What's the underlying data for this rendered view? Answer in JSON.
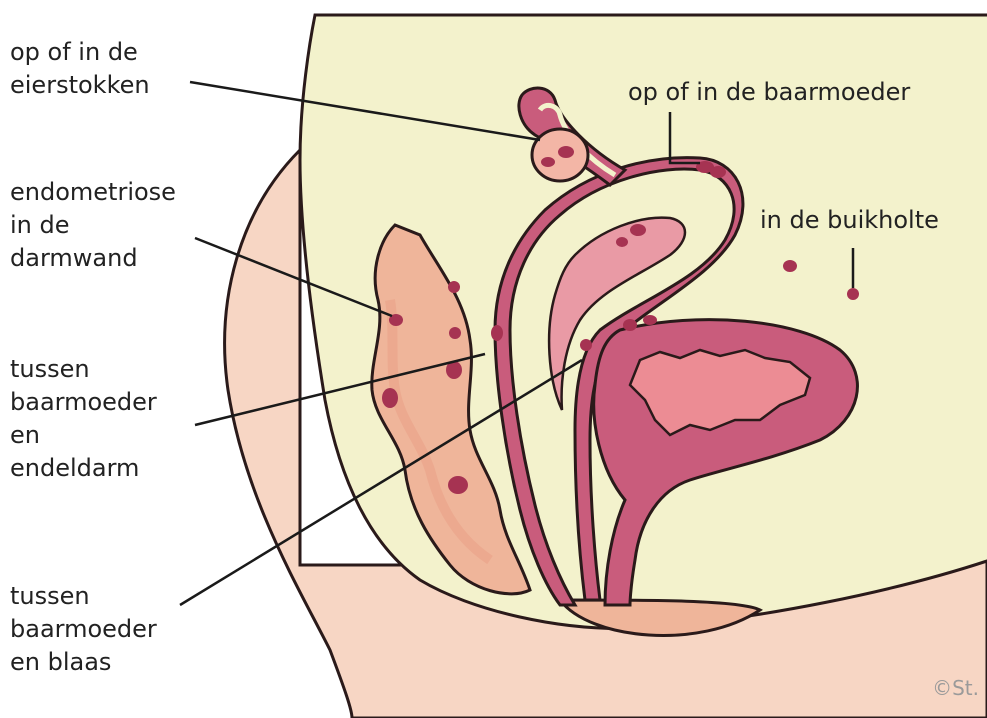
{
  "labels": {
    "ovaries": [
      "op of in de",
      "eierstokken"
    ],
    "uterus": [
      "op of in de baarmoeder"
    ],
    "bowel_wall": [
      "endometriose",
      "in de",
      "darmwand"
    ],
    "abdominal_cavity": [
      "in de buikholte"
    ],
    "uterus_rectum": [
      "tussen",
      "baarmoeder",
      "en",
      "endeldarm"
    ],
    "uterus_bladder": [
      "tussen",
      "baarmoeder",
      "en blaas"
    ]
  },
  "copyright": "©St.",
  "colors": {
    "body_skin": "#f7d6c4",
    "abdomen": "#f3f2cc",
    "organ_dark": "#c95c7c",
    "organ_lining": "#e99aa5",
    "bowel": "#efb59a",
    "bladder_inner": "#ec8c94",
    "lesion": "#a63352",
    "outline": "#2a1a1a"
  }
}
